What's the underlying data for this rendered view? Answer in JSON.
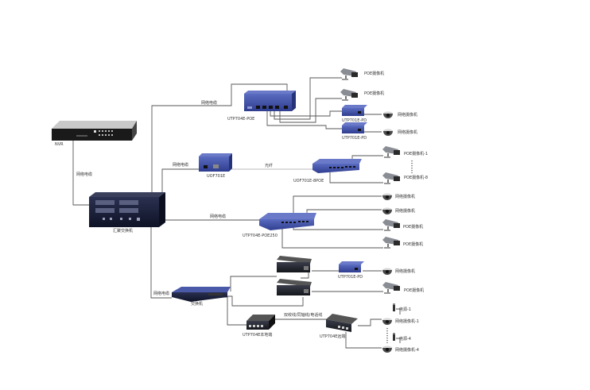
{
  "colors": {
    "line": "#555555",
    "blue_device": "#3f51a5",
    "blue_dark": "#2c3a85",
    "black_device": "#222222",
    "background": "#ffffff"
  },
  "devices": {
    "nvr": {
      "label": "NVR"
    },
    "aggregation_switch": {
      "label": "汇聚交换机"
    },
    "utp704e_poe": {
      "label": "UTP704E-POE"
    },
    "uof701e": {
      "label": "UOF701E"
    },
    "uof701e_8poe": {
      "label": "UOF701E-8POE"
    },
    "utp704e_poe250": {
      "label": "UTP704E-POE250"
    },
    "switch": {
      "label": "交换机"
    },
    "utp701e_pd_1": {
      "label": "UTP701E-PD"
    },
    "utp701e_pd_2": {
      "label": "UTP701E-PD"
    },
    "utp701e_pd_3": {
      "label": "UTP701E-PD"
    },
    "utp704e_local": {
      "label": "UTP704E本地端"
    },
    "utp704e_remote": {
      "label": "UTP704E远端"
    }
  },
  "links": {
    "nvr_to_agg": "网络电缆",
    "agg_to_poe": "网络电缆",
    "agg_to_uof": "网络电缆",
    "fiber": "光纤",
    "agg_to_poe250": "网络电缆",
    "agg_to_switch": "网络电缆",
    "local_to_remote": "双绞线/同轴线/电话线"
  },
  "cameras": {
    "group1": [
      "POE摄像机",
      "POE摄像机",
      "网络摄像机",
      "网络摄像机"
    ],
    "group2": [
      "POE摄像机-1",
      "POE摄像机-8"
    ],
    "group3": [
      "网络摄像机",
      "网络摄像机",
      "POE摄像机",
      "POE摄像机"
    ],
    "group4": [
      "网络摄像机",
      "POE摄像机"
    ],
    "group5": [
      "网络摄像机-1",
      "网络摄像机-4"
    ],
    "power": [
      "电源-1",
      "电源-4"
    ]
  }
}
